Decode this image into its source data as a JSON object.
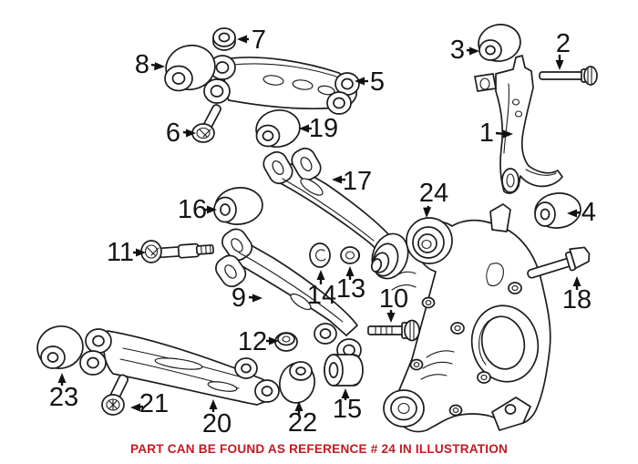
{
  "diagram": {
    "type": "exploded-parts-diagram",
    "subject": "rear suspension wheel carrier with control arms, bushings and fasteners",
    "caption": "PART CAN BE FOUND AS REFERENCE # 24 IN ILLUSTRATION",
    "colors": {
      "background": "#ffffff",
      "line": "#1d1d1d",
      "callout_text": "#141414",
      "caption_text": "#c11b22"
    },
    "callouts": [
      {
        "ref": "1"
      },
      {
        "ref": "2"
      },
      {
        "ref": "3"
      },
      {
        "ref": "4"
      },
      {
        "ref": "5"
      },
      {
        "ref": "6"
      },
      {
        "ref": "7"
      },
      {
        "ref": "8"
      },
      {
        "ref": "9"
      },
      {
        "ref": "10"
      },
      {
        "ref": "11"
      },
      {
        "ref": "12"
      },
      {
        "ref": "13"
      },
      {
        "ref": "14"
      },
      {
        "ref": "15"
      },
      {
        "ref": "16"
      },
      {
        "ref": "17"
      },
      {
        "ref": "18"
      },
      {
        "ref": "19"
      },
      {
        "ref": "20"
      },
      {
        "ref": "21"
      },
      {
        "ref": "22"
      },
      {
        "ref": "23"
      },
      {
        "ref": "24"
      }
    ]
  }
}
